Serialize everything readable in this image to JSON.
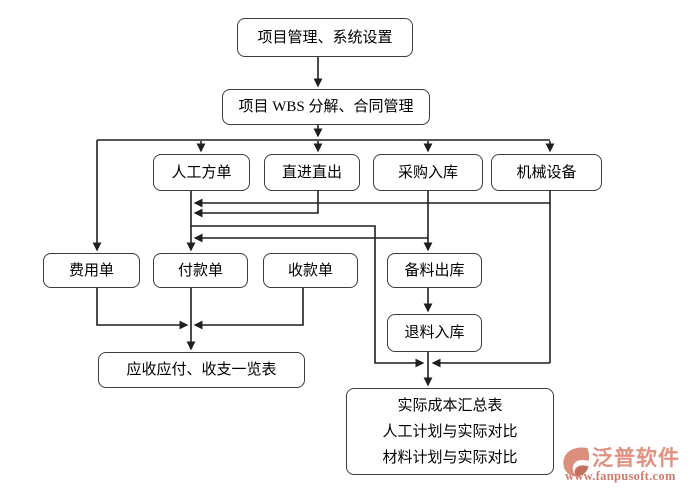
{
  "nodes": {
    "n1": "项目管理、系统设置",
    "n2": "项目 WBS 分解、合同管理",
    "n3": "人工方单",
    "n4": "直进直出",
    "n5": "采购入库",
    "n6": "机械设备",
    "n7": "费用单",
    "n8": "付款单",
    "n9": "收款单",
    "n10": "备料出库",
    "n11": "退料入库",
    "n12": "应收应付、收支一览表",
    "n13": [
      "实际成本汇总表",
      "人工计划与实际对比",
      "材料计划与实际对比"
    ]
  },
  "watermark": {
    "brand": "泛普软件",
    "url": "www.fanpusoft.com",
    "brand_color": "#e2907f",
    "url_color": "#d2796e",
    "icon_main_color": "#db8e7e",
    "icon_accent_color": "#c4705f"
  },
  "colors": {
    "connector": "#1f1f1f",
    "node_border": "#3c3c3c",
    "node_fill": "#ffffff",
    "background": "#ffffff",
    "text": "#000000"
  }
}
